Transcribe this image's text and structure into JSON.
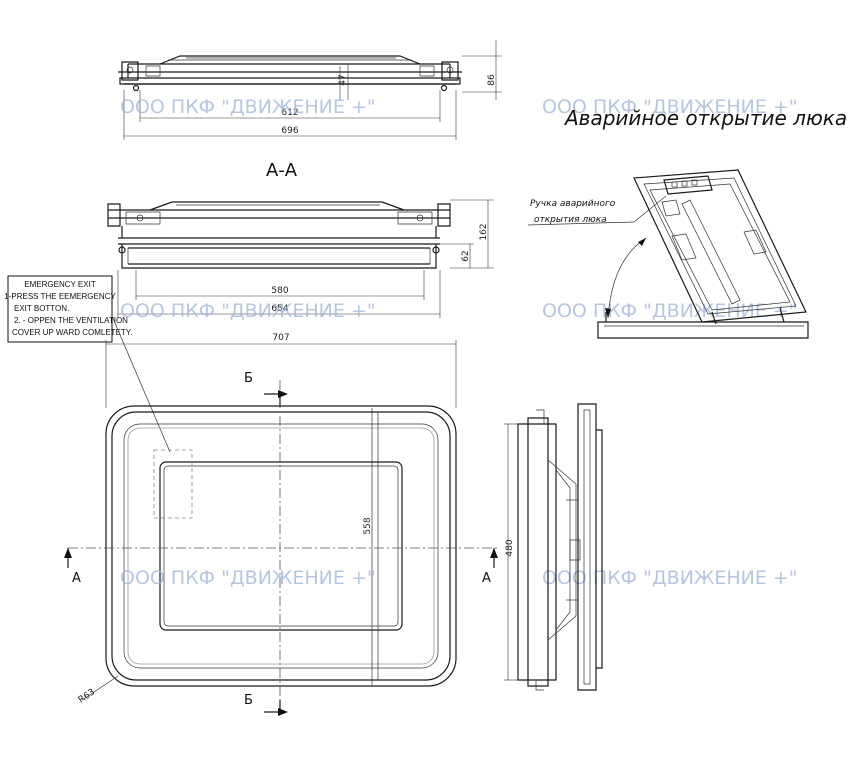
{
  "watermark": "ООО ПКФ \"ДВИЖЕНИЕ +\"",
  "title": "Аварийное открытие люка",
  "section_label": "А-А",
  "handle_callout": [
    "Ручка аварийного",
    "открытия люка"
  ],
  "emergency_note": [
    "EMERGENCY EXIT",
    "1-PRESS THE EEMERGENCY",
    "EXIT BOTTON.",
    "2. - OPPEN THE VENTILATION",
    "COVER UP WARD COMLETETY."
  ],
  "dims": {
    "top_height_total": "86",
    "top_height_inner": "47",
    "top_width_inner": "612",
    "top_width_outer": "696",
    "sec_height_total": "162",
    "sec_height_lower": "62",
    "sec_width_inner": "580",
    "sec_width_outer": "654",
    "plan_width": "707",
    "plan_height": "558",
    "side_height": "480",
    "corner_radius": "R63"
  },
  "cut_labels": {
    "b_top": "Б",
    "b_bottom": "Б",
    "a_left": "A",
    "a_right": "A"
  }
}
